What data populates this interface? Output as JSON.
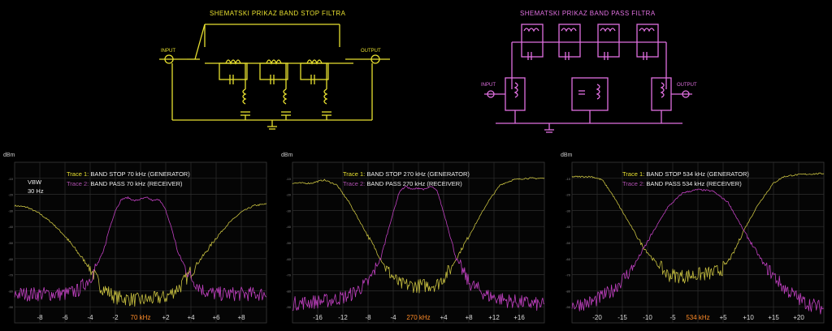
{
  "schematics": {
    "band_stop": {
      "title": "SHEMATSKI  PRIKAZ BAND  STOP FILTRA",
      "input": "INPUT",
      "output": "OUTPUT",
      "color": "#e8e030"
    },
    "band_pass": {
      "title": "SHEMATSKI  PRIKAZ BAND  PASS FILTRA",
      "input": "INPUT",
      "output": "OUTPUT",
      "color": "#e070e0"
    }
  },
  "colors": {
    "gen": "#c8c040",
    "rec": "#c040c0",
    "grid": "#2e2e2e",
    "center": "#ff8c28",
    "trace1_label": "#e8e030",
    "trace2_label": "#b050b0"
  },
  "chart_data": [
    {
      "type": "line",
      "unit_label": "dBm",
      "ylim": [
        -100,
        0
      ],
      "yticks": [
        -10,
        -20,
        -30,
        -40,
        -50,
        -60,
        -70,
        -80,
        -90
      ],
      "xlim": [
        -10,
        10
      ],
      "x_ticks": [
        -8,
        -6,
        -4,
        -2,
        2,
        4,
        6,
        8
      ],
      "x_tick_labels": [
        "-8",
        "-6",
        "-4",
        "-2",
        "+2",
        "+4",
        "+6",
        "+8"
      ],
      "center_label": "70 kHz",
      "vbw": "VBW",
      "vbw_value": "30 Hz",
      "legend": [
        {
          "prefix": "Trace 1:",
          "text": "BAND  STOP 70 kHz (GENERATOR)"
        },
        {
          "prefix": "Trace 2:",
          "text": "BAND  PASS 70 kHz (RECEIVER)"
        }
      ],
      "series": [
        {
          "name": "BAND  STOP 70 kHz (GENERATOR)",
          "x": [
            -10,
            -9,
            -8,
            -7,
            -6,
            -5,
            -4,
            -3.2,
            -2,
            0,
            2,
            3.2,
            4,
            5,
            6,
            7,
            8,
            9,
            10
          ],
          "y": [
            -27,
            -28,
            -32,
            -38,
            -46,
            -56,
            -66,
            -77,
            -84,
            -86,
            -84,
            -77,
            -68,
            -58,
            -47,
            -38,
            -31,
            -27,
            -26
          ]
        },
        {
          "name": "BAND  PASS 70 kHz (RECEIVER)",
          "x": [
            -10,
            -6,
            -5,
            -4,
            -3,
            -2.5,
            -2,
            -1.5,
            -1,
            -0.5,
            0,
            0.5,
            1,
            1.5,
            2,
            2.5,
            3,
            4,
            5,
            6,
            10
          ],
          "y": [
            -82,
            -82,
            -80,
            -72,
            -57,
            -42,
            -30,
            -23,
            -22,
            -24,
            -23,
            -22,
            -24,
            -23,
            -30,
            -42,
            -57,
            -72,
            -80,
            -82,
            -82
          ]
        }
      ]
    },
    {
      "type": "line",
      "unit_label": "dBm",
      "ylim": [
        -100,
        0
      ],
      "yticks": [
        -10,
        -20,
        -30,
        -40,
        -50,
        -60,
        -70,
        -80,
        -90
      ],
      "xlim": [
        -20,
        20
      ],
      "x_ticks": [
        -16,
        -12,
        -8,
        -4,
        4,
        8,
        12,
        16
      ],
      "x_tick_labels": [
        "-16",
        "-12",
        "-8",
        "-4",
        "+4",
        "+8",
        "+12",
        "+16"
      ],
      "center_label": "270 kHz",
      "legend": [
        {
          "prefix": "Trace 1:",
          "text": "BAND  STOP 270 kHz (GENERATOR)"
        },
        {
          "prefix": "Trace 2:",
          "text": "BAND  PASS 270 kHz (RECEIVER)"
        }
      ],
      "series": [
        {
          "name": "BAND  STOP 270 kHz (GENERATOR)",
          "x": [
            -20,
            -17,
            -15,
            -13,
            -11,
            -8,
            -5,
            -3,
            0,
            3,
            5,
            8,
            11,
            13,
            15,
            17,
            20
          ],
          "y": [
            -13,
            -13,
            -11,
            -14,
            -25,
            -46,
            -67,
            -76,
            -77,
            -76,
            -67,
            -46,
            -25,
            -14,
            -11,
            -10,
            -10
          ]
        },
        {
          "name": "BAND  PASS 270 kHz (RECEIVER)",
          "x": [
            -20,
            -14,
            -11,
            -8,
            -6,
            -4.5,
            -3,
            -2,
            -1,
            0,
            1,
            2,
            3,
            4.5,
            6,
            8,
            11,
            14,
            20
          ],
          "y": [
            -88,
            -86,
            -83,
            -75,
            -60,
            -38,
            -18,
            -15,
            -17,
            -16,
            -17,
            -15,
            -18,
            -38,
            -60,
            -75,
            -83,
            -86,
            -89
          ]
        }
      ]
    },
    {
      "type": "line",
      "unit_label": "dBm",
      "ylim": [
        -100,
        0
      ],
      "yticks": [
        -10,
        -20,
        -30,
        -40,
        -50,
        -60,
        -70,
        -80,
        -90
      ],
      "xlim": [
        -25,
        25
      ],
      "x_ticks": [
        -20,
        -15,
        -10,
        -5,
        5,
        10,
        15,
        20
      ],
      "x_tick_labels": [
        "-20",
        "-15",
        "-10",
        "-5",
        "+5",
        "+10",
        "+15",
        "+20"
      ],
      "center_label": "534 kHz",
      "legend": [
        {
          "prefix": "Trace 1:",
          "text": "BAND  STOP 534 kHz (GENERATOR)"
        },
        {
          "prefix": "Trace 2:",
          "text": "BAND  PASS 534 kHz (RECEIVER)"
        }
      ],
      "series": [
        {
          "name": "BAND  STOP 534 kHz (GENERATOR)",
          "x": [
            -25,
            -21,
            -19,
            -17,
            -14,
            -11,
            -8,
            -6,
            -3,
            0,
            3,
            5,
            7,
            9,
            12,
            15,
            17,
            19,
            21,
            25
          ],
          "y": [
            -9,
            -9,
            -11,
            -20,
            -36,
            -52,
            -64,
            -70,
            -71,
            -70,
            -69,
            -66,
            -57,
            -43,
            -26,
            -13,
            -9,
            -8,
            -7.5,
            -7
          ]
        },
        {
          "name": "BAND  PASS 534 kHz (RECEIVER)",
          "x": [
            -25,
            -21,
            -17,
            -13,
            -9,
            -6,
            -3,
            0,
            3,
            6,
            9,
            13,
            17,
            21,
            25
          ],
          "y": [
            -89,
            -87,
            -80,
            -66,
            -44,
            -28,
            -19,
            -17,
            -18,
            -25,
            -42,
            -63,
            -78,
            -87,
            -91
          ]
        }
      ]
    }
  ]
}
